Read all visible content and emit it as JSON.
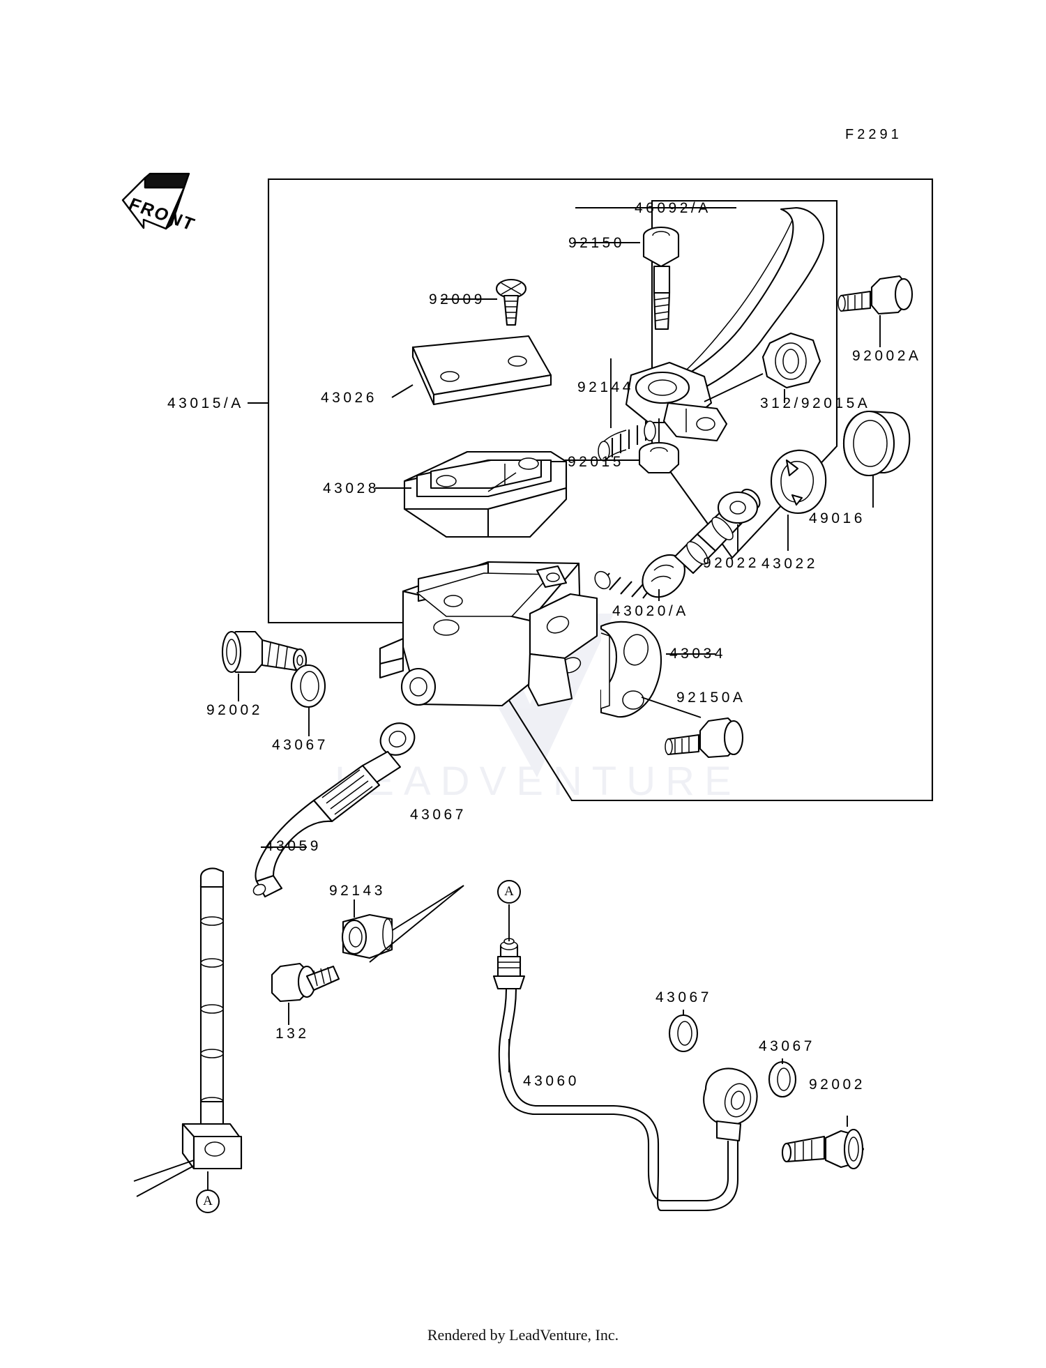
{
  "page": {
    "diagram_code": "F2291",
    "footer": "Rendered by LeadVenture, Inc.",
    "orientation_badge": "FRONT",
    "watermark_text": "LEADVENTURE"
  },
  "reference_marks": [
    {
      "id": "ref-a-top",
      "label": "A"
    },
    {
      "id": "ref-a-bottom",
      "label": "A"
    }
  ],
  "parts": {
    "p43015A": "43015/A",
    "p43026": "43026",
    "p43028": "43028",
    "p92009": "92009",
    "p46092A": "46092/A",
    "p92150": "92150",
    "p92002A": "92002A",
    "p92144": "92144",
    "p31292015A": "312/92015A",
    "p92015": "92015",
    "p92022": "92022",
    "p43022": "43022",
    "p49016": "49016",
    "p43020A": "43020/A",
    "p43034": "43034",
    "p92150A": "92150A",
    "p92002_left": "92002",
    "p43067_left": "43067",
    "p43067_mid": "43067",
    "p43059": "43059",
    "p92143": "92143",
    "p132": "132",
    "p43060": "43060",
    "p43067_lower": "43067",
    "p43067_right": "43067",
    "p92002_right": "92002"
  }
}
